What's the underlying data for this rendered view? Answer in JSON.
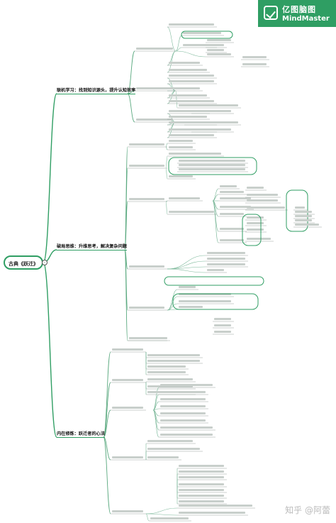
{
  "brand": {
    "name": "亿图脑图",
    "sub": "MindMaster"
  },
  "root": "古典《跃迁》",
  "branches": {
    "b1": "联机学习：找到知识源头，提升认知效率",
    "b2": "破局思维：升维思考，解决复杂问题",
    "b3": "内在修炼：跃迁者的心法"
  },
  "watermark": "知乎 @阿蕾"
}
